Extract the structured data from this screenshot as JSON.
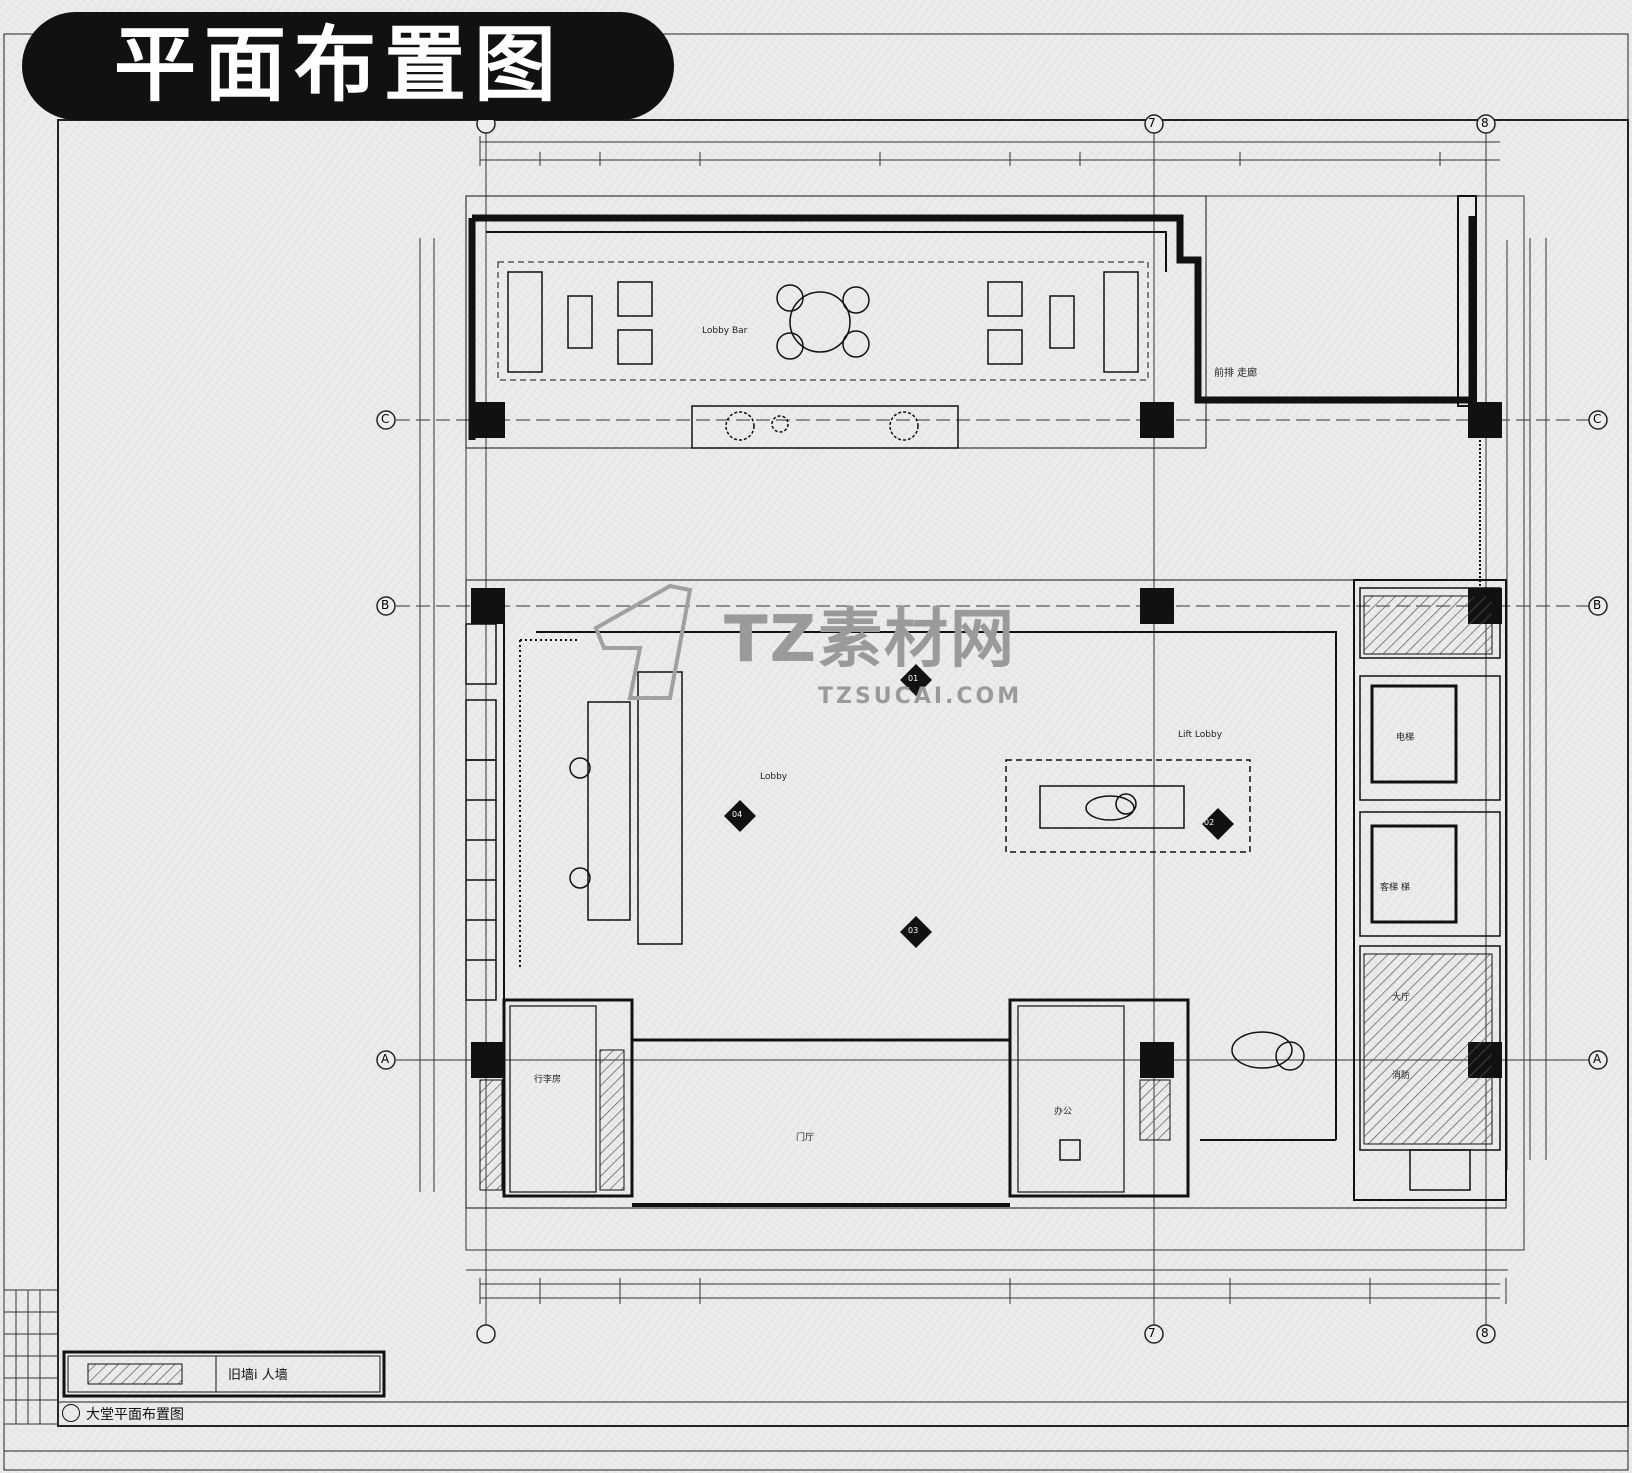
{
  "title": "平面布置图",
  "sheet_caption": "大堂平面布置图",
  "legend": {
    "label": "旧墙i 人墙"
  },
  "watermark": {
    "brand": "TZ素材网",
    "url": "TZSUCAI.COM"
  },
  "grid_axes": {
    "top": [
      "7",
      "8"
    ],
    "bottom": [
      "7",
      "8"
    ],
    "left": [
      "C",
      "B",
      "A"
    ],
    "right": [
      "C",
      "B",
      "A"
    ]
  },
  "rooms": {
    "lobby_bar": "Lobby Bar",
    "lobby": "Lobby",
    "lift_lobby": "Lift Lobby",
    "corridor": "前排 走廊",
    "left_room": "行李房",
    "right_office": "办公",
    "entrance": "门厅",
    "lift_1": "电梯",
    "lift_2": "客梯 梯",
    "service": "大厅",
    "fire": "消防"
  },
  "view_marks": [
    "01",
    "02",
    "03",
    "04"
  ],
  "colors": {
    "ink": "#111111",
    "paper": "#ededed",
    "hatch": "#555555",
    "watermark": "#9a9a9a"
  }
}
